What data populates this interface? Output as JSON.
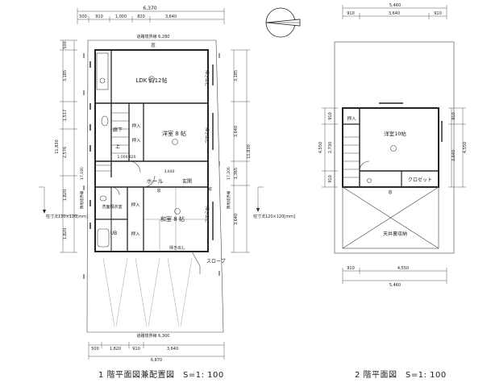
{
  "floor1": {
    "caption": "1 階平面図兼配置図　S=1: 100",
    "top_dim_total": "6,370",
    "top_dims": [
      "500",
      "910",
      "1,000",
      "820",
      "3,640"
    ],
    "road_top": "道路境界線 6,280",
    "road_bottom": "道路境界線 6,300",
    "bottom_dims": [
      "500",
      "1,820",
      "910",
      "3,640"
    ],
    "bottom_dim_total": "6,870",
    "left_dims": [
      "500",
      "3,185",
      "1,517",
      "2,576",
      "1,820",
      "1,820"
    ],
    "left_total": "11,830",
    "left_inner_total": "17,180",
    "left_boundary": "隣地境界線",
    "right_dims": [
      "3,185",
      "3,640",
      "1,365",
      "3,640"
    ],
    "right_total": "11,830",
    "right_inner_total": "17,206",
    "right_boundary": "隣地境界線",
    "post_note_left": "柱寸法120×120[mm]",
    "post_note_right": "柱寸法120×120[mm]",
    "rooms": {
      "ldk": "LDK 約12帖",
      "western": "洋室 8 帖",
      "japanese": "和室 8 帖",
      "hall": "ホール",
      "corridor": "廊下",
      "up": "上",
      "closet1": "押入",
      "closet2": "押入",
      "closet3": "押入",
      "closet4": "押入",
      "washroom": "洗面脱衣室",
      "ub": "UB",
      "entrance": "玄関",
      "slope": "スロープ"
    },
    "labels": {
      "window1": "窓",
      "window2": "窓",
      "window3": "窓",
      "sweep1": "掃き出し",
      "sweep2": "掃き出し",
      "sweep3": "掃き出し",
      "sweep4": "掃き出し",
      "stair_dims": "1,000 820",
      "hall_dims": "3,640"
    }
  },
  "floor2": {
    "caption": "2 階平面図　S=1: 100",
    "top_dim_total": "5,460",
    "top_dims": [
      "910",
      "3,640",
      "910"
    ],
    "bottom_dims": [
      "910",
      "4,550"
    ],
    "bottom_dim_total": "5,460",
    "left_dims": [
      "910",
      "2,730",
      "910"
    ],
    "left_total": "4,550",
    "right_dims": [
      "910",
      "3,640"
    ],
    "right_total": "4,550",
    "rooms": {
      "western": "洋室10帖",
      "closet": "押入",
      "wardrobe": "クロゼット",
      "attic": "天井裏収納",
      "window": "窓"
    }
  }
}
